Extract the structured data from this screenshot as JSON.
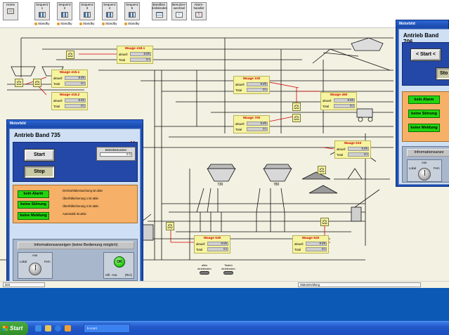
{
  "toolbar": {
    "buttons": [
      {
        "label": "Home"
      },
      {
        "label": "Sequenz 1"
      },
      {
        "label": "Sequenz 2"
      },
      {
        "label": "Sequenz 3"
      },
      {
        "label": "Sequenz 4"
      },
      {
        "label": "Sequenz 5"
      },
      {
        "label": "Bandbez. einblenden"
      },
      {
        "label": "Benutzer-wechsel"
      },
      {
        "label": "Alarm-handler"
      }
    ],
    "standby_label": "Standby"
  },
  "scales": [
    {
      "title": "Waage 418.1",
      "row1_label": "aktuell",
      "row1_value": "0 t/h",
      "row2_label": "Total",
      "row2_value": "0 t"
    },
    {
      "title": "Waage 415.1",
      "row1_label": "aktuell",
      "row1_value": "0 t/h",
      "row2_label": "Total",
      "row2_value": "0 t"
    },
    {
      "title": "Waage 415.2",
      "row1_label": "aktuell",
      "row1_value": "0 t/h",
      "row2_label": "Total",
      "row2_value": "0 t"
    },
    {
      "title": "Waage 100",
      "row1_label": "aktuell",
      "row1_value": "0 t/h",
      "row2_label": "Total",
      "row2_value": "0 t"
    },
    {
      "title": "Waage 700",
      "row1_label": "aktuell",
      "row1_value": "0 t/h",
      "row2_label": "Total",
      "row2_value": "0 t"
    },
    {
      "title": "Waage 450",
      "row1_label": "aktuell",
      "row1_value": "0 t/h",
      "row2_label": "Total",
      "row2_value": "0 t"
    },
    {
      "title": "Waage 510",
      "row1_label": "aktuell",
      "row1_value": "0 t/h",
      "row2_label": "Total",
      "row2_value": "0 t"
    },
    {
      "title": "Waage 530",
      "row1_label": "aktuell",
      "row1_value": "0 t/h",
      "row2_label": "Total",
      "row2_value": "0 t"
    },
    {
      "title": "Waage 520",
      "row1_label": "aktuell",
      "row1_value": "0 t/h",
      "row2_label": "Total",
      "row2_value": "0 t"
    }
  ],
  "plant_labels": {
    "bunker_left": "730",
    "bunker_right": "780"
  },
  "motor_window_735": {
    "window_title": "Motorbild",
    "heading": "Antrieb Band 735",
    "start_label": "Start",
    "stop_label": "Stop",
    "hours_label": "Betriebsstunden",
    "hours_value": "0 h",
    "status_buttons": [
      "kein Alarm",
      "keine Störung",
      "keine Meldung"
    ],
    "status_texts": [
      "Drehzahlüberwachung ist aktiv",
      "Überfüllsicherung 1 ist aktiv",
      "Überfüllsicherung 2 ist aktiv",
      "Automatik ist aktiv"
    ],
    "info_button": "Informationsanzeigen   (keine Bedienung möglich)",
    "knob_labels": {
      "top": "Aus",
      "left": "Lokal",
      "right": "Fern"
    },
    "ok_label": "OK",
    "ok_caption": "Hill - Aus",
    "rel_label": "(Rel.)"
  },
  "motor_window_706": {
    "window_title": "Motorbild",
    "heading": "Antrieb Band 706",
    "start_label": "< Start <",
    "stop_label": "Sto",
    "status_buttons": [
      "kein Alarm",
      "keine Störung",
      "keine Meldung"
    ],
    "info_button": "Informationsanze",
    "knob_labels": {
      "top": "Aus",
      "left": "Lokal",
      "right": "Fern"
    }
  },
  "bottom_buttons": [
    {
      "label": "alles einblenden"
    },
    {
      "label": "Tasten einblenden"
    }
  ],
  "statusbar": {
    "left": "Zeit",
    "middle": "Statusmeldung"
  },
  "taskbar": {
    "start_label": "Start",
    "task_item": "b-conrt"
  },
  "colors": {
    "scale_bg": "#f7f4a0",
    "scale_title": "#d10000",
    "status_green": "#22d410",
    "window_blue": "#1d4fb8",
    "panel_orange": "#f6b067",
    "desktop_blue": "#0b58b5"
  }
}
